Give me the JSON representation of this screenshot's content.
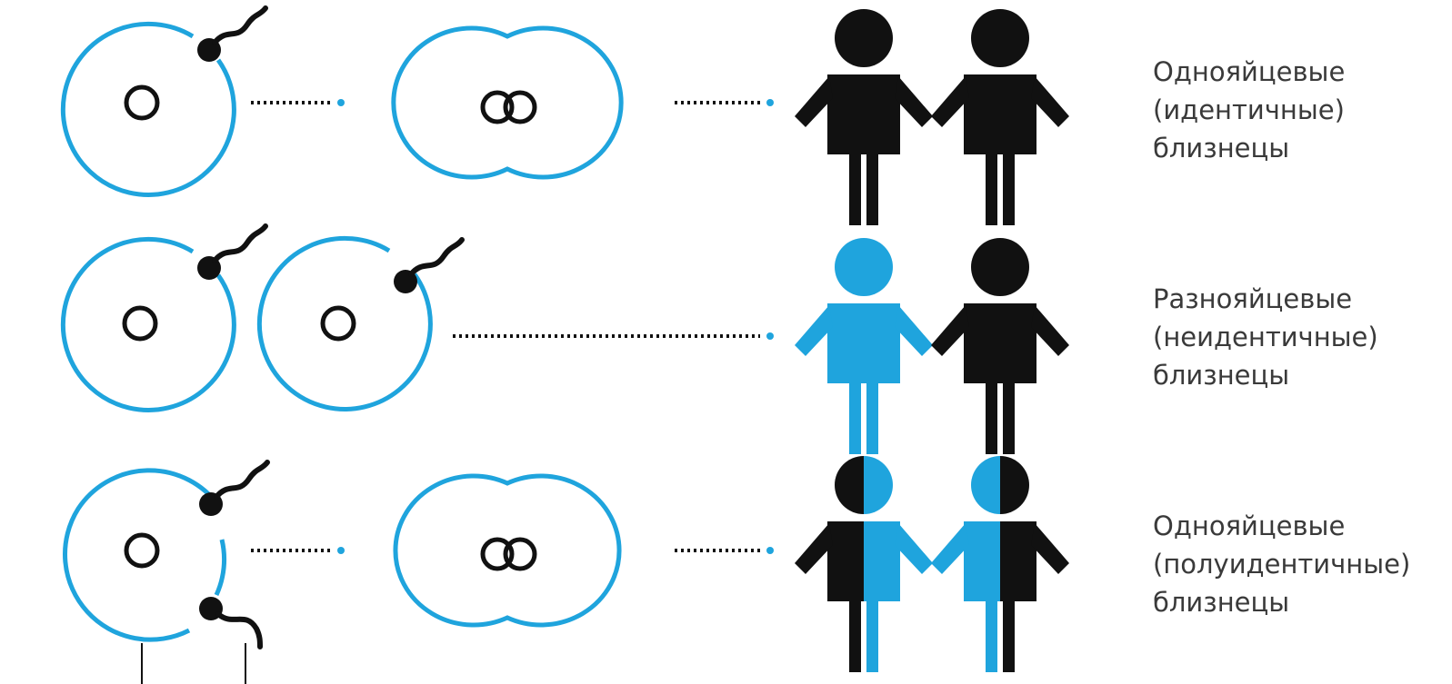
{
  "colors": {
    "cell": "#1fa4dd",
    "figure_dark": "#111111",
    "figure_blue": "#1fa4dd",
    "text": "#3a3a3a"
  },
  "rows": [
    {
      "id": "identical",
      "label_lines": [
        "Однояйцевые",
        "(идентичные)",
        "близнецы"
      ]
    },
    {
      "id": "fraternal",
      "label_lines": [
        "Разнояйцевые",
        "(неидентичные)",
        "близнецы"
      ]
    },
    {
      "id": "semi-identical",
      "label_lines": [
        "Однояйцевые",
        "(полуидентичные)",
        "близнецы"
      ]
    }
  ]
}
